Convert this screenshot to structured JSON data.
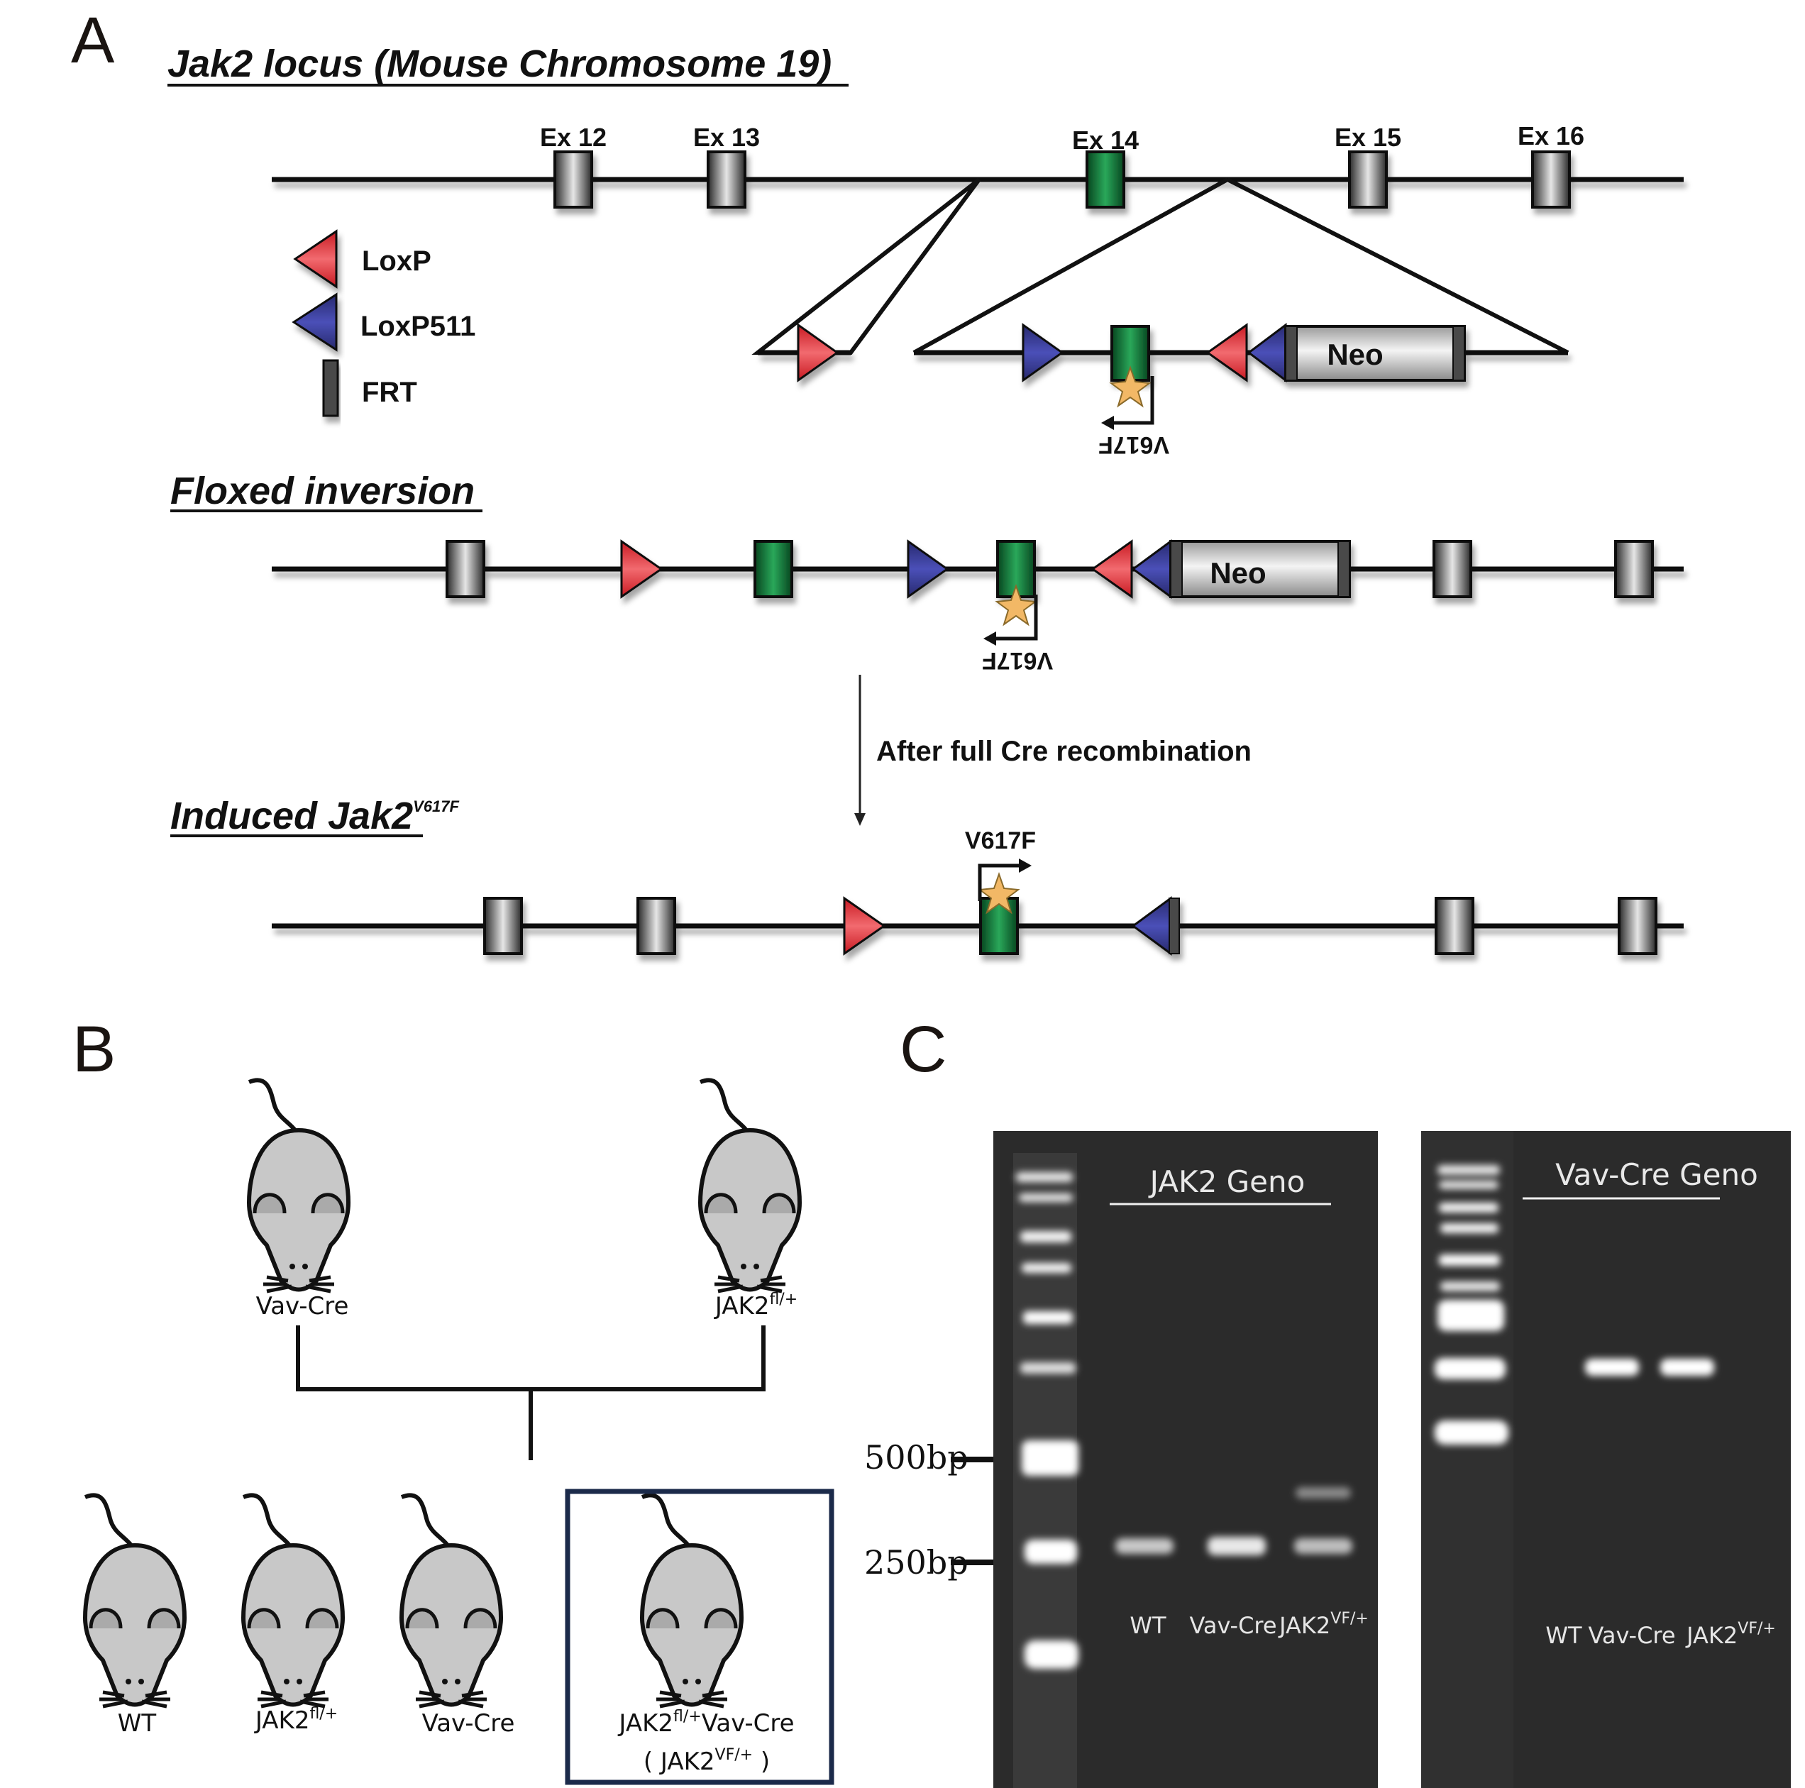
{
  "panels": {
    "A": {
      "letter": "A",
      "locus_title": "Jak2 locus (Mouse Chromosome 19)",
      "exons": [
        {
          "label": "Ex 12",
          "color": "grey"
        },
        {
          "label": "Ex 13",
          "color": "grey"
        },
        {
          "label": "Ex 14",
          "color": "green"
        },
        {
          "label": "Ex 15",
          "color": "grey"
        },
        {
          "label": "Ex 16",
          "color": "grey"
        }
      ],
      "legend": [
        {
          "symbol": "red-triangle",
          "label": "LoxP"
        },
        {
          "symbol": "blue-triangle",
          "label": "LoxP511"
        },
        {
          "symbol": "grey-bar",
          "label": "FRT"
        }
      ],
      "neo_label": "Neo",
      "mutation_label": "V617F",
      "floxed_title": "Floxed inversion",
      "recombination_note": "After full Cre recombination",
      "induced_title": "Induced Jak2",
      "induced_title_superscript": "V617F"
    },
    "B": {
      "letter": "B",
      "parents": [
        {
          "label": "Vav-Cre",
          "sup": ""
        },
        {
          "label": "JAK2",
          "sup": "fl/+"
        }
      ],
      "offspring": [
        {
          "label": "WT",
          "sup": "",
          "label2": ""
        },
        {
          "label": "JAK2",
          "sup": "fl/+",
          "label2": ""
        },
        {
          "label": "Vav-Cre",
          "sup": "",
          "label2": ""
        },
        {
          "label": "JAK2",
          "sup": "fl/+",
          "suffix": "Vav-Cre",
          "line2_prefix": "( JAK2",
          "line2_sup": "VF/+",
          "line2_suffix": " )",
          "highlighted": true
        }
      ],
      "highlight_color": "#1b2a4a"
    },
    "C": {
      "letter": "C",
      "markers": [
        {
          "label": "500bp"
        },
        {
          "label": "250bp"
        }
      ],
      "gels": [
        {
          "title": "JAK2 Geno",
          "lanes": [
            {
              "label": "WT",
              "sup": "",
              "bands": [
                "~250bp (wild-type)"
              ]
            },
            {
              "label": "Vav-Cre",
              "sup": "",
              "bands": [
                "~250bp"
              ]
            },
            {
              "label": "JAK2",
              "sup": "VF/+",
              "bands": [
                "~350bp (faint, upper)",
                "~250bp"
              ]
            }
          ]
        },
        {
          "title": "Vav-Cre Geno",
          "lanes": [
            {
              "label": "WT",
              "sup": "",
              "bands": []
            },
            {
              "label": "Vav-Cre",
              "sup": "",
              "bands": [
                "Cre band"
              ]
            },
            {
              "label": "JAK2",
              "sup": "VF/+",
              "bands": [
                "Cre band"
              ]
            }
          ]
        }
      ]
    }
  },
  "colors": {
    "loxp": "#e0262e",
    "loxp511": "#2e3192",
    "exon_green": "#0b7a3a",
    "exon_grey": "#555555",
    "star": "#f2b866",
    "gel_bg": "#2b2b2b",
    "highlight_box": "#1b2a4a"
  }
}
